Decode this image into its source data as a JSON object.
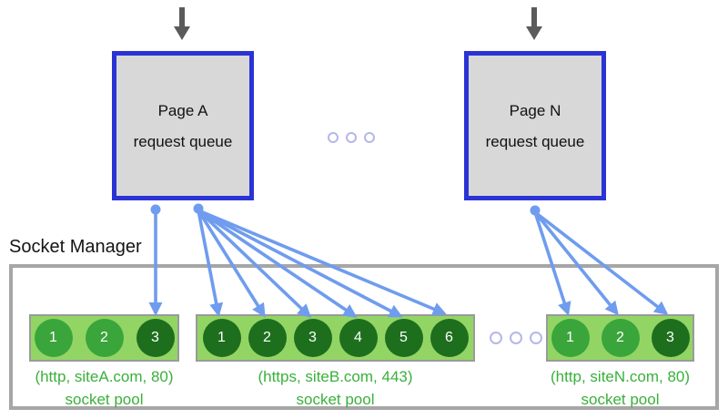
{
  "pages": [
    {
      "name": "Page A",
      "queue_label": "request queue"
    },
    {
      "name": "Page N",
      "queue_label": "request queue"
    }
  ],
  "socket_manager": {
    "title": "Socket Manager",
    "pools": [
      {
        "address": "(http, siteA.com, 80)",
        "pool_label": "socket pool",
        "sockets": [
          {
            "num": "1",
            "state": "idle"
          },
          {
            "num": "2",
            "state": "idle"
          },
          {
            "num": "3",
            "state": "active"
          }
        ]
      },
      {
        "address": "(https, siteB.com, 443)",
        "pool_label": "socket pool",
        "sockets": [
          {
            "num": "1",
            "state": "active"
          },
          {
            "num": "2",
            "state": "active"
          },
          {
            "num": "3",
            "state": "active"
          },
          {
            "num": "4",
            "state": "active"
          },
          {
            "num": "5",
            "state": "active"
          },
          {
            "num": "6",
            "state": "active"
          }
        ]
      },
      {
        "address": "(http, siteN.com, 80)",
        "pool_label": "socket pool",
        "sockets": [
          {
            "num": "1",
            "state": "idle"
          },
          {
            "num": "2",
            "state": "idle"
          },
          {
            "num": "3",
            "state": "active"
          }
        ]
      }
    ]
  },
  "colors": {
    "page_box_border": "#2a33d4",
    "page_box_fill": "#d8d8d8",
    "arrow_blue": "#6f9cee",
    "arrow_gray": "#5b5b5b",
    "pool_background": "#92d565",
    "socket_idle_green": "#3aa53a",
    "socket_active_dark_green": "#1d6f1d",
    "caption_green": "#3ab03a",
    "manager_border_gray": "#a6a6a6"
  }
}
